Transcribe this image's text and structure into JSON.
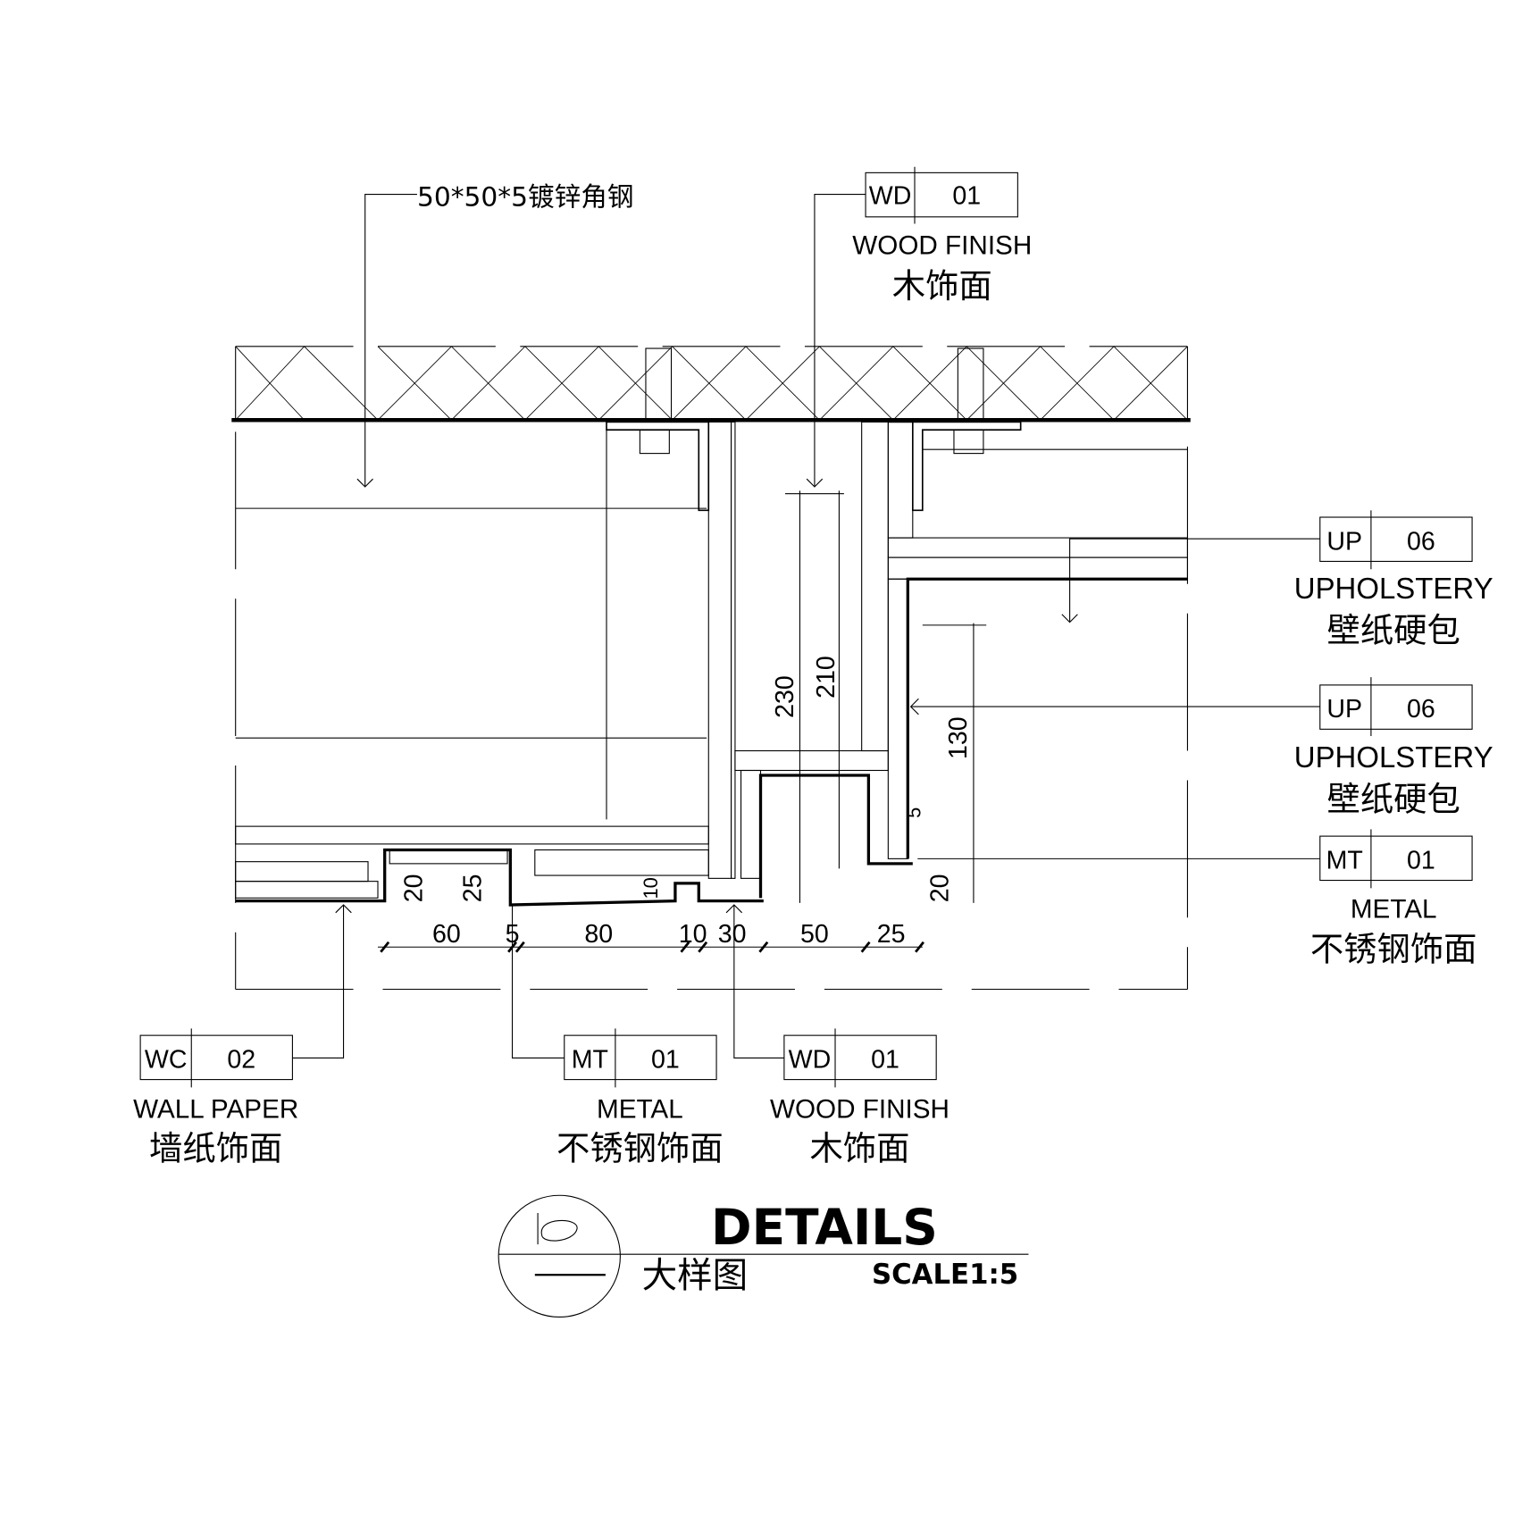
{
  "title": {
    "main": "DETAILS",
    "chinese": "大样图",
    "scale": "SCALE1:5",
    "symbol": "b"
  },
  "steel_note": "50*50*5镀锌角钢",
  "tags": [
    {
      "code": "WD",
      "num": "01",
      "en": "WOOD FINISH",
      "zh": "木饰面"
    },
    {
      "code": "UP",
      "num": "06",
      "en": "UPHOLSTERY",
      "zh": "壁纸硬包"
    },
    {
      "code": "UP",
      "num": "06",
      "en": "UPHOLSTERY",
      "zh": "壁纸硬包"
    },
    {
      "code": "MT",
      "num": "01",
      "en": "METAL",
      "zh": "不锈钢饰面"
    },
    {
      "code": "WC",
      "num": "02",
      "en": "WALL PAPER",
      "zh": "墙纸饰面"
    },
    {
      "code": "MT",
      "num": "01",
      "en": "METAL",
      "zh": "不锈钢饰面"
    },
    {
      "code": "WD",
      "num": "01",
      "en": "WOOD FINISH",
      "zh": "木饰面"
    }
  ],
  "dimensions": {
    "horizontal": [
      "60",
      "5",
      "80",
      "10",
      "30",
      "50",
      "25"
    ],
    "vertical": [
      "230",
      "210",
      "130",
      "20",
      "20",
      "25",
      "5",
      "10"
    ]
  }
}
